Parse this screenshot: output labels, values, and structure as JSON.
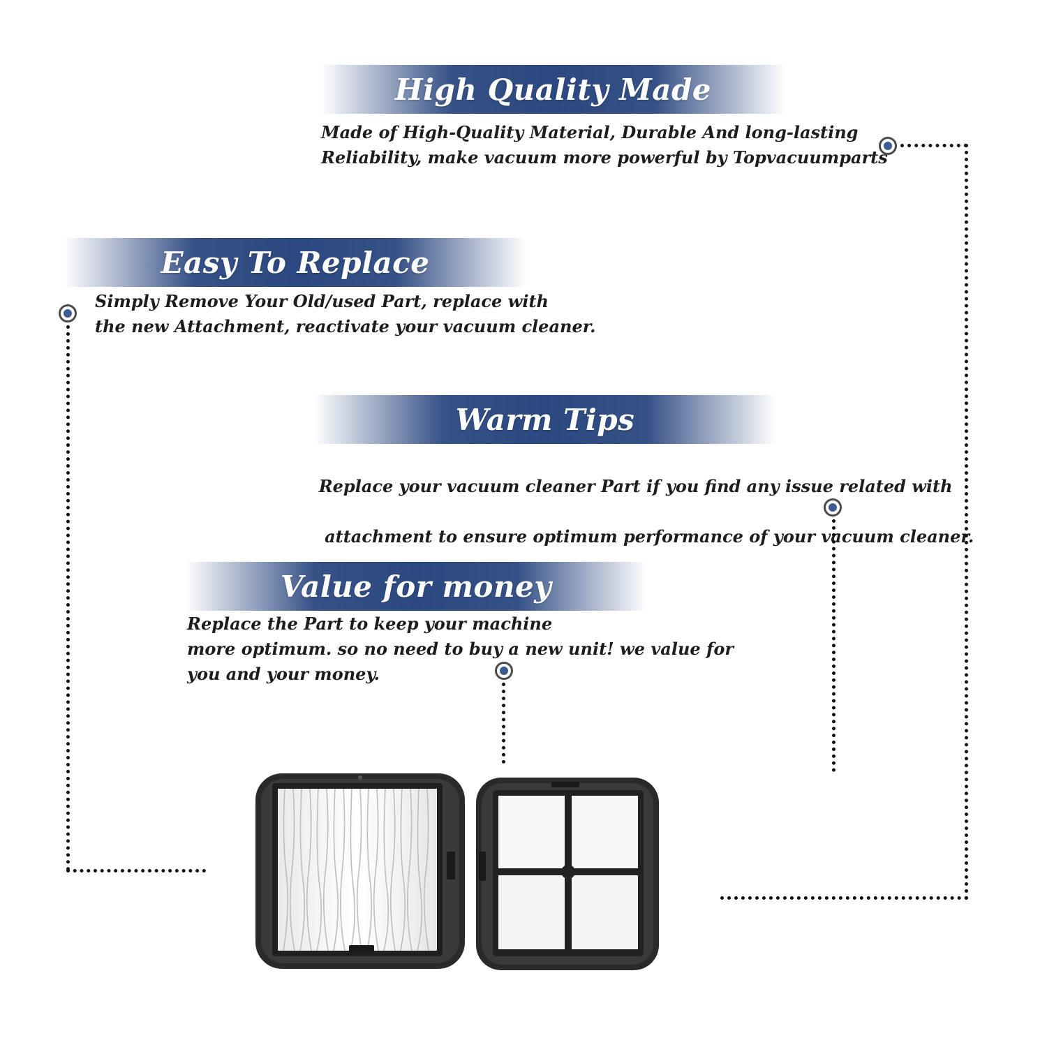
{
  "sections": [
    {
      "title": "High Quality Made",
      "lines": [
        "Made of  High-Quality Material, Durable And long-lasting",
        "Reliability, make vacuum more powerful by Topvacuumparts"
      ]
    },
    {
      "title": "Easy To Replace",
      "lines": [
        "Simply Remove Your Old/used Part, replace with",
        "the new Attachment, reactivate your vacuum cleaner."
      ]
    },
    {
      "title": "Warm Tips",
      "lines": [
        "Replace your vacuum cleaner Part if you find any issue related with",
        " attachment to ensure optimum performance of your vacuum cleaner."
      ]
    },
    {
      "title": "Value for money",
      "lines": [
        "Replace the Part to keep your machine",
        "more optimum. so no need to buy a new unit! we value for",
        "you and your money."
      ]
    }
  ],
  "colors": {
    "banner": "#2b4880",
    "dot_fill": "#3b5b92",
    "dot_ring": "#4a4a4a",
    "leader": "#111111",
    "filter_frame": "#2a2a2a",
    "filter_media": "#f4f4f4"
  },
  "icons": [
    "pleated-hepa-filter-image",
    "foam-filter-frame-image",
    "bullet-dot-icon"
  ]
}
